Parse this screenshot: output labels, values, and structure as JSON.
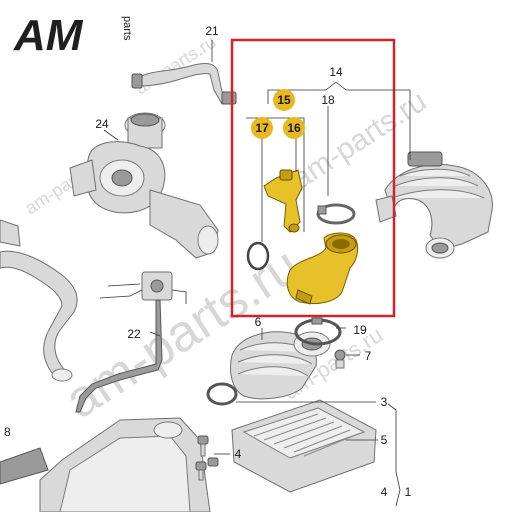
{
  "logo": {
    "brand": "AM",
    "suffix": "parts"
  },
  "callouts": {
    "c1": "1",
    "c3": "3",
    "c4a": "4",
    "c4b": "4",
    "c5": "5",
    "c6": "6",
    "c7": "7",
    "c8": "8",
    "c14": "14",
    "c15": "15",
    "c16": "16",
    "c17": "17",
    "c18": "18",
    "c19": "19",
    "c21": "21",
    "c22": "22",
    "c24": "24"
  },
  "watermarks": [
    "am-parts.ru",
    "am-parts.ru",
    "am-parts.ru",
    "am-parts.ru",
    "am-parts.ru"
  ],
  "colors": {
    "highlight_box": "#d2232a",
    "highlight_parts": "#e6c12a",
    "badge": "#e8b820"
  }
}
